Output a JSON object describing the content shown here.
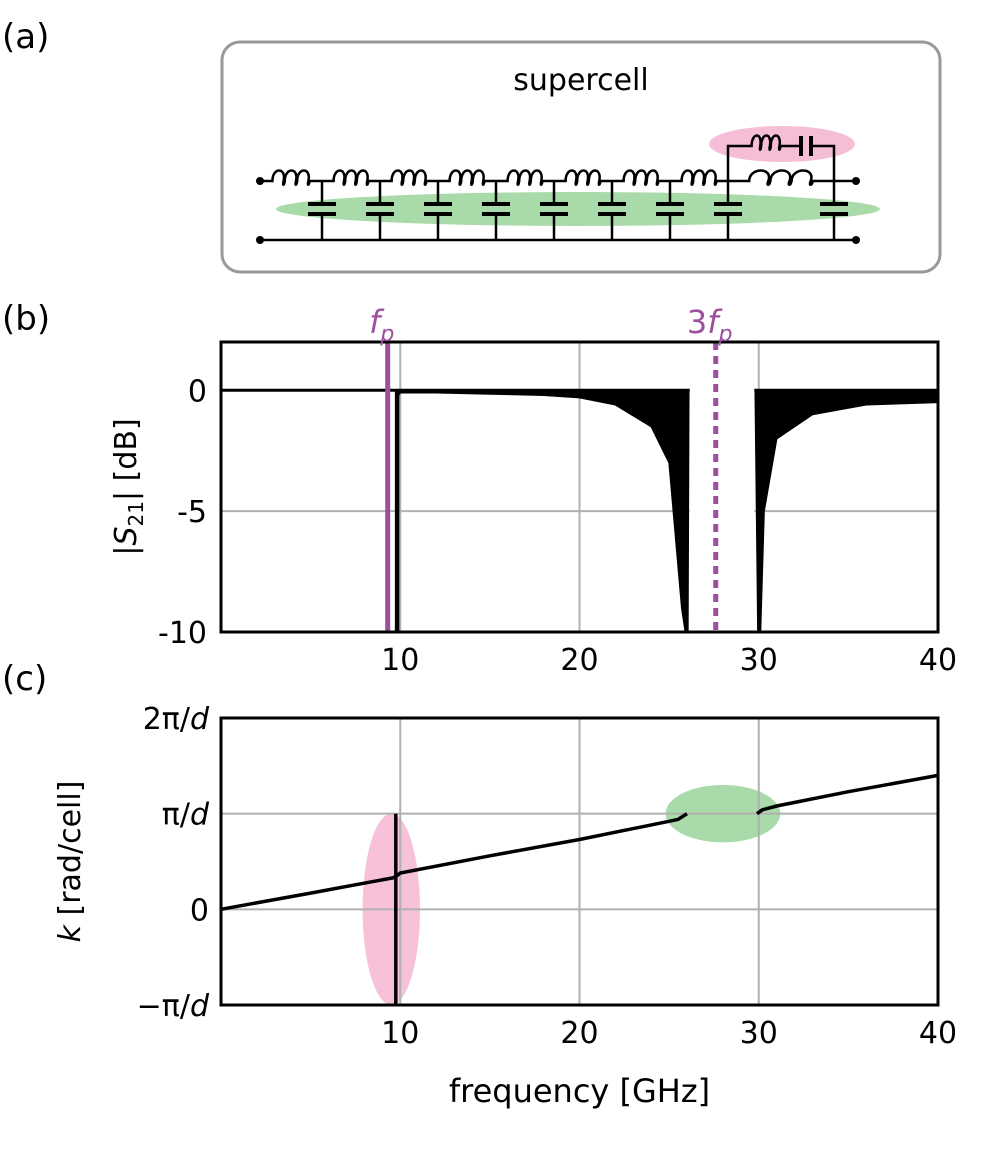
{
  "panel_a": {
    "label": "(a)",
    "title": "supercell"
  },
  "colors": {
    "pump": "#9b4f9d",
    "pink_highlight": "#f4b6d2",
    "green_highlight": "#9ad39a",
    "grid": "#b0b0b0",
    "box_border": "#999999"
  },
  "chart_data": [
    {
      "panel": "(b)",
      "type": "line",
      "xlabel": "",
      "ylabel_parts": [
        "|",
        "S",
        "21",
        "|",
        " [dB]"
      ],
      "xlim": [
        0,
        40
      ],
      "ylim": [
        -10,
        2
      ],
      "xticks": [
        10,
        20,
        30,
        40
      ],
      "yticks": [
        0,
        -5,
        -10
      ],
      "ytick_labels": [
        "0",
        "-5",
        "-10"
      ],
      "grid": true,
      "annotations": {
        "fp": {
          "text_main": "f",
          "text_sub": "p",
          "x": 9.3,
          "style": "solid"
        },
        "three_fp": {
          "text_prefix": "3",
          "text_main": "f",
          "text_sub": "p",
          "x": 27.6,
          "style": "dashed"
        }
      },
      "series": [
        {
          "x": [
            0,
            9.7,
            9.75,
            9.85,
            9.9,
            10,
            12,
            15,
            18,
            20,
            22,
            24,
            25,
            25.7,
            25.9,
            26.05,
            26.1,
            29.8,
            29.95,
            30.1,
            30.3,
            31,
            33,
            36,
            40
          ],
          "y": [
            0,
            0,
            -10,
            -10,
            -0.2,
            -0.1,
            -0.1,
            -0.15,
            -0.2,
            -0.3,
            -0.6,
            -1.5,
            -3,
            -9,
            -10,
            -10,
            0,
            0,
            -10,
            -10,
            -5,
            -2,
            -1,
            -0.6,
            -0.5
          ],
          "envelope": "filled ripple between 0 dB and curve"
        }
      ],
      "gaps": [
        [
          26.1,
          29.8
        ]
      ]
    },
    {
      "panel": "(c)",
      "type": "line",
      "xlabel": "frequency [GHz]",
      "ylabel_main": "k",
      "ylabel_rest": " [rad/cell]",
      "xlim": [
        0,
        40
      ],
      "ylim": [
        -1,
        2
      ],
      "xticks": [
        10,
        20,
        30,
        40
      ],
      "yticks": [
        2,
        1,
        0,
        -1
      ],
      "ytick_labels": [
        {
          "main": "2π/",
          "var": "d"
        },
        {
          "main": "π/",
          "var": "d"
        },
        {
          "main": "0",
          "var": ""
        },
        {
          "main": "−π/",
          "var": "d"
        }
      ],
      "grid": true,
      "series": [
        {
          "name": "lower branch",
          "x": [
            0,
            5,
            9.6,
            9.8,
            10,
            15,
            20,
            25,
            25.5,
            26.0
          ],
          "y": [
            0,
            0.17,
            0.33,
            0.35,
            0.38,
            0.56,
            0.73,
            0.92,
            0.94,
            1.0
          ]
        },
        {
          "name": "upper branch",
          "x": [
            29.9,
            30.2,
            31,
            35,
            40
          ],
          "y": [
            1.0,
            1.04,
            1.08,
            1.23,
            1.4
          ]
        },
        {
          "name": "vertical at fp",
          "x": [
            9.75,
            9.75
          ],
          "y": [
            -1.0,
            1.0
          ]
        }
      ],
      "highlights": [
        {
          "kind": "pink-ellipse",
          "cx": 9.5,
          "cy": 0,
          "rx": 1.6,
          "ry": 1.0
        },
        {
          "kind": "green-ellipse",
          "cx": 28,
          "cy": 1.0,
          "rx": 3.2,
          "ry": 0.3
        }
      ]
    }
  ],
  "panel_labels": {
    "b": "(b)",
    "c": "(c)"
  }
}
